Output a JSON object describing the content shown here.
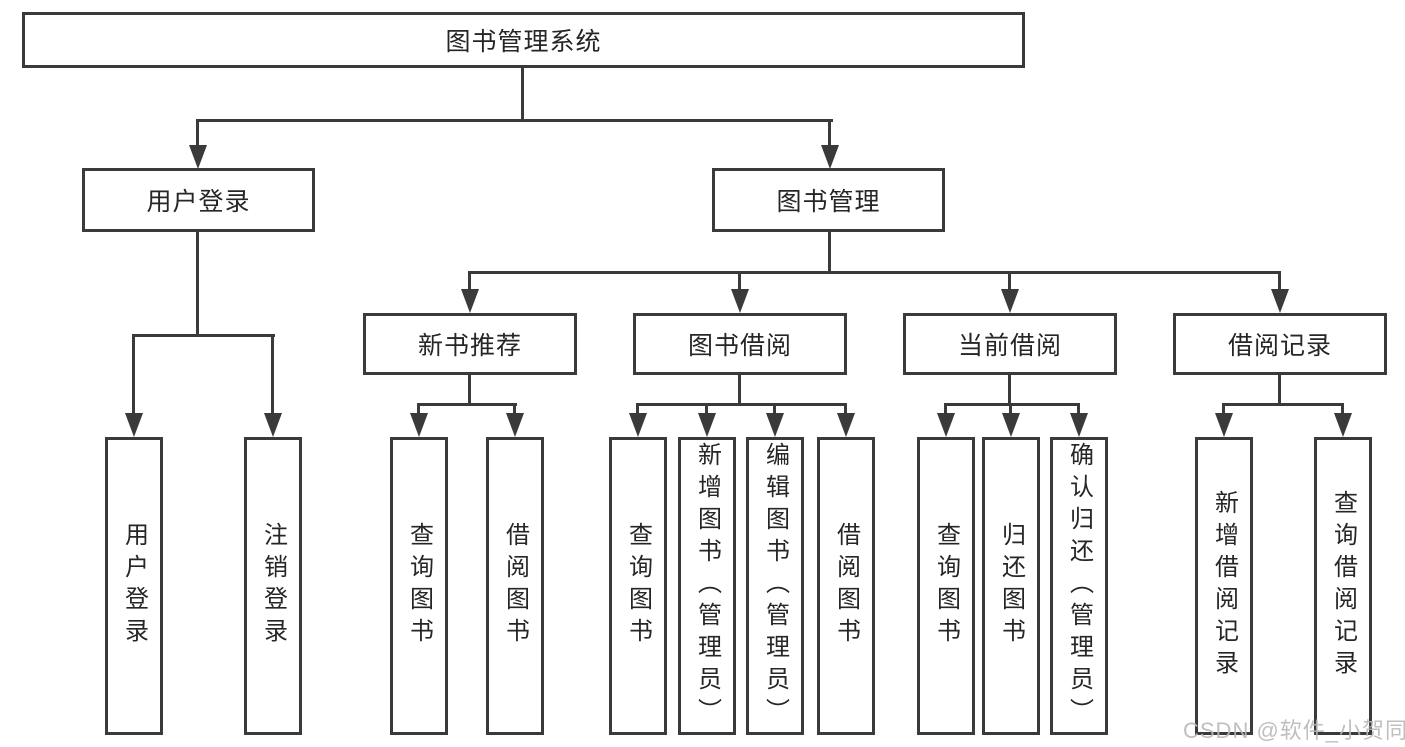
{
  "diagram": {
    "root": {
      "label": "图书管理系统"
    },
    "level2": [
      {
        "label": "用户登录"
      },
      {
        "label": "图书管理"
      }
    ],
    "level3": [
      {
        "label": "新书推荐"
      },
      {
        "label": "图书借阅"
      },
      {
        "label": "当前借阅"
      },
      {
        "label": "借阅记录"
      }
    ],
    "leaves": {
      "user_login": [
        "用户登录",
        "注销登录"
      ],
      "new_book_recommend": [
        "查询图书",
        "借阅图书"
      ],
      "book_borrow": [
        "查询图书",
        "新增图书（管理员）",
        "编辑图书（管理员）",
        "借阅图书"
      ],
      "current_borrow": [
        "查询图书",
        "归还图书",
        "确认归还（管理员）"
      ],
      "borrow_record": [
        "新增借阅记录",
        "查询借阅记录"
      ]
    }
  },
  "watermark": {
    "text": "CSDN @软件_小贺同学"
  },
  "colors": {
    "line": "#3a3a3a",
    "text": "#262626",
    "background": "#ffffff",
    "watermark": "#b9b9b9"
  }
}
